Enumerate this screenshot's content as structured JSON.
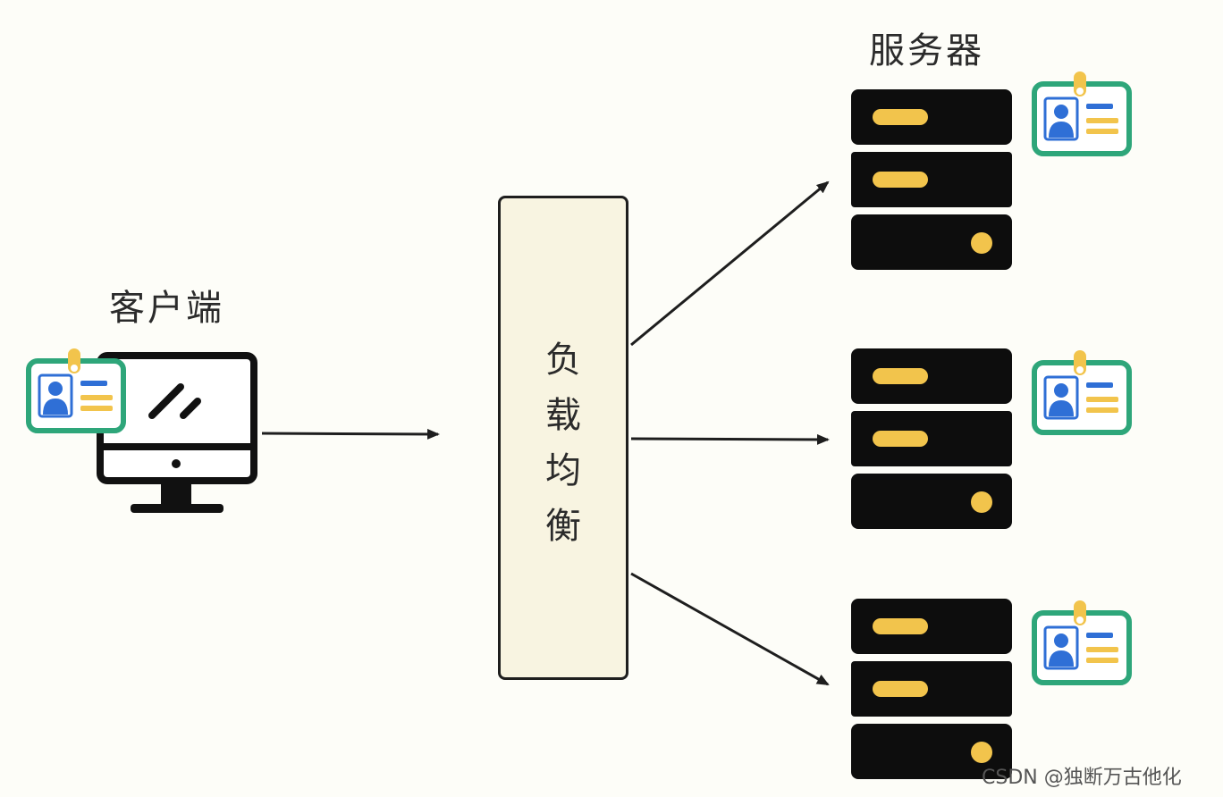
{
  "labels": {
    "client": "客户端",
    "servers": "服务器",
    "load_balancer": [
      "负",
      "载",
      "均",
      "衡"
    ],
    "watermark": "CSDN @独断万古他化"
  },
  "icons": {
    "client": "monitor-icon",
    "server": "server-rack-icon",
    "id_badge": "id-badge-icon",
    "arrow": "arrow-icon"
  },
  "colors": {
    "server_body": "#0d0d0d",
    "server_light": "#f2c44c",
    "badge_border": "#2ea67a",
    "badge_person": "#2f6fd6",
    "badge_lines_yellow": "#f2c44c",
    "badge_clip": "#f2c44c",
    "lb_fill": "#f8f4e1",
    "stroke": "#1e1e1e"
  },
  "nodes": {
    "client": {
      "label_ref": "labels.client"
    },
    "load_balancer": {
      "label_ref": "labels.load_balancer"
    },
    "servers": [
      {
        "index": 1
      },
      {
        "index": 2
      },
      {
        "index": 3
      }
    ]
  }
}
